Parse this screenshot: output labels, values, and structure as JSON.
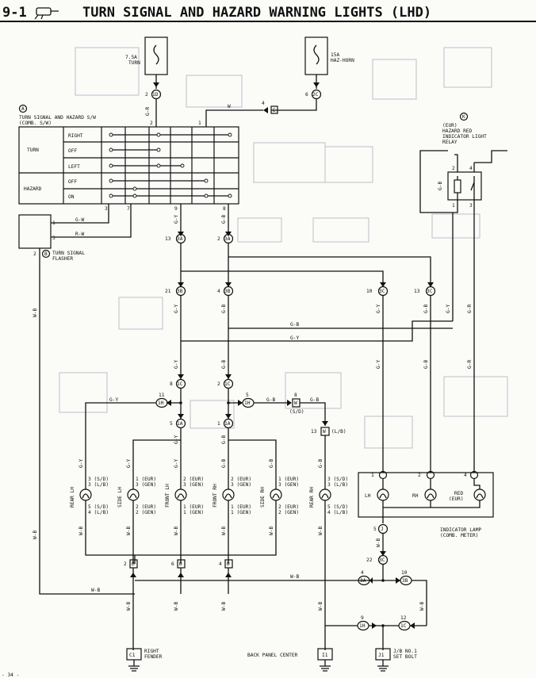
{
  "header": {
    "number": "9-1",
    "title": "TURN SIGNAL AND HAZARD WARNING LIGHTS (LHD)"
  },
  "page_number": "- 34 -",
  "fuses": {
    "turn": {
      "amp": "7.5A",
      "name": "TURN"
    },
    "haz": {
      "amp": "15A",
      "name": "HAZ-HORN"
    }
  },
  "switch": {
    "ref": "A",
    "title": "TURN SIGNAL AND HAZARD S/W",
    "subtitle": "(COMB. S/W)",
    "groups": [
      "TURN",
      "HAZARD"
    ],
    "positions": [
      "RIGHT",
      "OFF",
      "LEFT",
      "OFF",
      "ON"
    ]
  },
  "flasher": {
    "ref": "B",
    "title": "TURN SIGNAL",
    "subtitle": "FLASHER"
  },
  "relay": {
    "ref": "K",
    "line1": "(EUR)",
    "line2": "HAZARD RED",
    "line3": "INDICATOR LIGHT",
    "line4": "RELAY"
  },
  "meter": {
    "lh": "LH",
    "rh": "RH",
    "red": "RED",
    "red_sub": "(EUR)",
    "title": "INDICATOR LAMP",
    "subtitle": "(COMB. METER)"
  },
  "grounds": {
    "c1": {
      "id": "C1",
      "line1": "RIGHT",
      "line2": "FENDER"
    },
    "i1": {
      "id": "I1",
      "label": "BACK PANEL CENTER"
    },
    "j1": {
      "id": "J1",
      "line1": "J/B NO.1",
      "line2": "SET BOLT"
    }
  },
  "wire_colors": {
    "g_r": "G-R",
    "g_w": "G-W",
    "r_w": "R-W",
    "w": "W",
    "w_b": "W-B",
    "g_y": "G-Y",
    "g_b": "G-B"
  },
  "connector_labels": {
    "c2_1D": "2",
    "c1D": "1D",
    "c6_2C": "6",
    "c2C": "2C",
    "c4E": "4",
    "cE": "E",
    "c13_3A": "13",
    "c3A": "3A",
    "c2_3A": "2",
    "c21_3B": "21",
    "c3B": "3B",
    "c4_3B": "4",
    "c10_3C": "10",
    "c3C": "3C",
    "c13_3C": "13",
    "c8_1C": "8",
    "c1C": "1C",
    "c2_1C": "2",
    "c11": "11",
    "c1H": "1H",
    "c5": "5",
    "c5_1A": "5",
    "c1A": "1A",
    "c1_1A": "1",
    "cW8": "8",
    "cW": "W",
    "sd": "(S/D)",
    "c13_W": "13",
    "lb": "(L/B)",
    "c22_3C": "22",
    "c4_3A": "4",
    "c10_3B": "10",
    "c9": "9",
    "c12": "12",
    "cD2": "2",
    "cD6": "6",
    "cD4": "4",
    "cD": "D",
    "pin1": "1",
    "pin2": "2",
    "pin3": "3",
    "pin4": "4",
    "pin7": "7",
    "pin8": "8",
    "pin9": "9"
  },
  "lamps": [
    {
      "name": "REAR LH",
      "top": [
        "3 (S/D)",
        "3 (L/B)"
      ],
      "bot": [
        "5 (S/D)",
        "4 (L/B)"
      ]
    },
    {
      "name": "SIDE LH",
      "top": [
        "1 (EUR)",
        "3 (GEN)"
      ],
      "bot": [
        "2 (EUR)",
        "2 (GEN)"
      ]
    },
    {
      "name": "FRONT LH",
      "top": [
        "2 (EUR)",
        "3 (GEN)"
      ],
      "bot": [
        "1 (EUR)",
        "1 (GEN)"
      ]
    },
    {
      "name": "FRONT RH",
      "top": [
        "2 (EUR)",
        "3 (GEN)"
      ],
      "bot": [
        "1 (EUR)",
        "1 (GEN)"
      ]
    },
    {
      "name": "SIDE RH",
      "top": [
        "1 (EUR)",
        "3 (GEN)"
      ],
      "bot": [
        "2 (EUR)",
        "2 (GEN)"
      ]
    },
    {
      "name": "REAR RH",
      "top": [
        "3 (S/D)",
        "3 (L/B)"
      ],
      "bot": [
        "5 (S/D)",
        "4 (L/B)"
      ]
    }
  ]
}
